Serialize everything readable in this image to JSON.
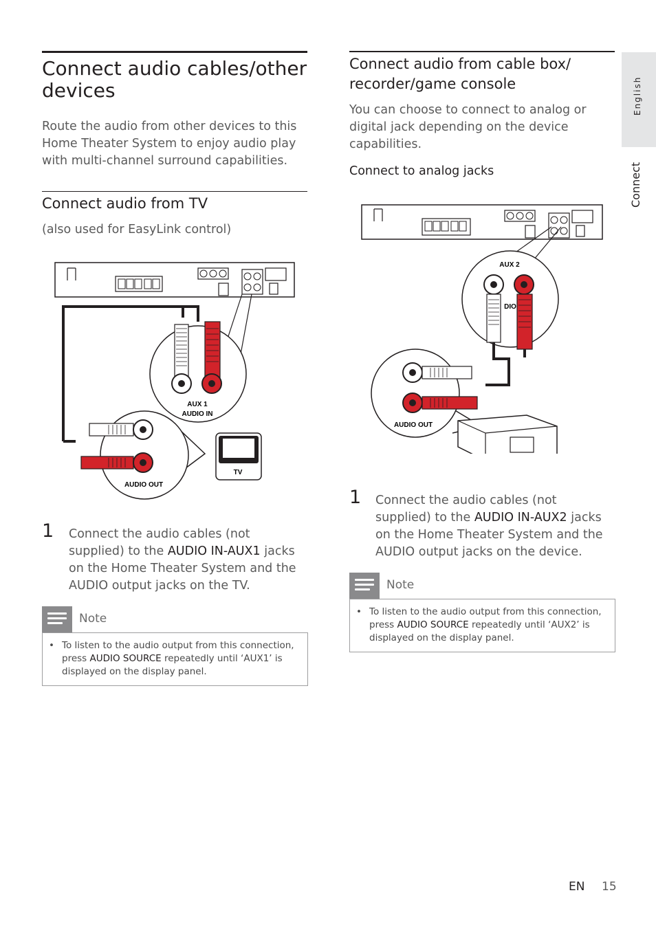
{
  "left": {
    "title": "Connect audio cables/other devices",
    "intro": "Route the audio from other devices to this Home Theater System to enjoy audio play with multi-channel surround capabilities.",
    "section_title": "Connect audio from TV",
    "section_subtitle": "(also used for EasyLink control)",
    "diagram": {
      "aux_label_1": "AUX 1",
      "aux_label_2": "AUDIO IN",
      "audio_out_label": "AUDIO OUT",
      "tv_label": "TV"
    },
    "step": {
      "number": "1",
      "text_before": "Connect the audio cables (not supplied) to the ",
      "bold": "AUDIO IN-AUX1",
      "text_after": " jacks on the Home Theater System and the AUDIO output jacks on the TV."
    },
    "note": {
      "label": "Note",
      "bullet": "•",
      "text_before": "To listen to the audio output from this connection, press ",
      "bold": "AUDIO SOURCE",
      "text_after": " repeatedly until ‘AUX1’ is displayed on the display panel."
    }
  },
  "right": {
    "title": "Connect audio from cable box/ recorder/game console",
    "intro": "You can choose to connect to analog or digital jack depending on the device capabilities.",
    "subsection_title": "Connect to analog jacks",
    "diagram": {
      "aux_label": "AUX 2",
      "partial_label": "DIO",
      "audio_out_label": "AUDIO OUT"
    },
    "step": {
      "number": "1",
      "text_before": "Connect the audio cables (not supplied) to the ",
      "bold": "AUDIO IN-AUX2",
      "text_after": " jacks on the Home Theater System and the AUDIO output jacks on the device."
    },
    "note": {
      "label": "Note",
      "bullet": "•",
      "text_before": "To listen to the audio output from this connection, press ",
      "bold": "AUDIO SOURCE",
      "text_after": " repeatedly until ‘AUX2’ is displayed on the display panel."
    }
  },
  "side_tab": {
    "language": "English",
    "section": "Connect"
  },
  "footer": {
    "lang_code": "EN",
    "page_number": "15"
  },
  "colors": {
    "text": "#231f20",
    "grey_text": "#5a5a5a",
    "red_plug": "#d2232a",
    "note_icon": "#8a8a8c",
    "side_tab": "#e4e5e6"
  }
}
